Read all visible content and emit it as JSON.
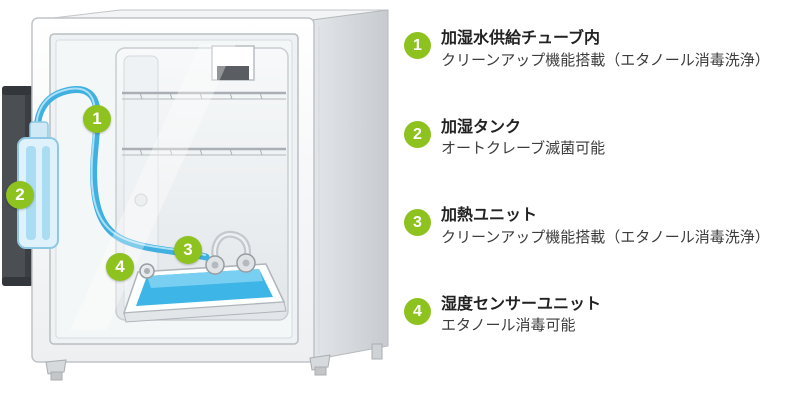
{
  "colors": {
    "accent_green": "#8dc21f",
    "water_blue": "#3db5e6",
    "tube_blue": "#3fb0e0",
    "cabinet_grey": "#e9ecee",
    "dark_panel": "#4b4f54"
  },
  "legend": {
    "items": [
      {
        "num": "1",
        "title": "加湿水供給チューブ内",
        "desc": "クリーンアップ機能搭載（エタノール消毒洗浄）"
      },
      {
        "num": "2",
        "title": "加湿タンク",
        "desc": "オートクレーブ滅菌可能"
      },
      {
        "num": "3",
        "title": "加熱ユニット",
        "desc": "クリーンアップ機能搭載（エタノール消毒洗浄）"
      },
      {
        "num": "4",
        "title": "湿度センサーユニット",
        "desc": "エタノール消毒可能"
      }
    ]
  },
  "diagram": {
    "description": "incubator-humidifier-cutaway-illustration"
  }
}
